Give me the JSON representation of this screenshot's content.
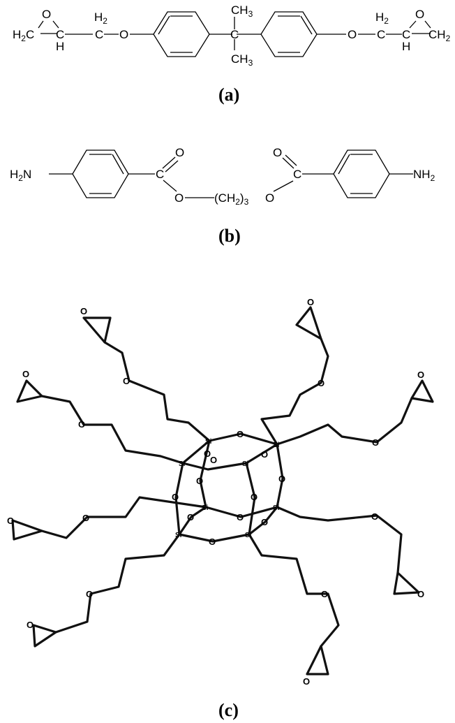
{
  "panel_a": {
    "caption": "(a)",
    "atoms": {
      "o": "O",
      "h2c": "H",
      "h2c_sub": "2",
      "h2c_c": "C",
      "h": "H",
      "ch2_h": "H",
      "ch2_sub": "2",
      "c": "C",
      "ch3": "CH",
      "ch3_sub": "3",
      "ch2_right": "CH",
      "ch2_right_sub": "2"
    }
  },
  "panel_b": {
    "caption": "(b)",
    "atoms": {
      "h2n": "H",
      "h2n_sub": "2",
      "n": "N",
      "nh2": "NH",
      "nh2_sub": "2",
      "o": "O",
      "c": "C",
      "ch2_open": "(CH",
      "ch2_sub": "2",
      "ch2_close": ")",
      "n_sub": "3"
    }
  },
  "panel_c": {
    "caption": "(c)",
    "atoms": {
      "o": "O",
      "si": "Si"
    }
  }
}
